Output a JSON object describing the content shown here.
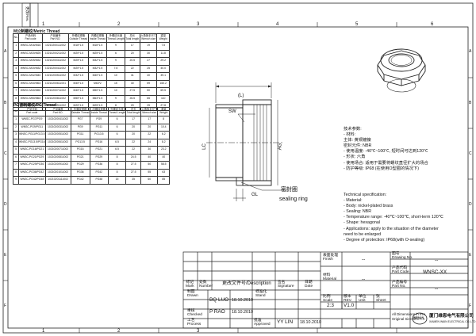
{
  "revision_box": {
    "label": "更改/Rev."
  },
  "grid": {
    "columns": [
      "1",
      "2",
      "3",
      "4",
      "5",
      "6"
    ],
    "rows": [
      "A",
      "B",
      "C",
      "D",
      "E",
      "F"
    ]
  },
  "metric_table": {
    "title": "M公制螺纹/Metric Thread",
    "headers": [
      {
        "cn": "No.",
        "en": ""
      },
      {
        "cn": "产品代码",
        "en": "Part code"
      },
      {
        "cn": "产品编号",
        "en": "Part NO."
      },
      {
        "cn": "外螺纹规格",
        "en": "Outside Thread"
      },
      {
        "cn": "内螺纹规格",
        "en": "Inside Thread"
      },
      {
        "cn": "外螺纹长度",
        "en": "Thread Length"
      },
      {
        "cn": "总长",
        "en": "Total length"
      },
      {
        "cn": "六角扳手尺寸",
        "en": "Wrench size"
      },
      {
        "cn": "重量",
        "en": "Weight"
      }
    ],
    "rows": [
      [
        "1",
        "WNSC-M16/M16",
        "10210200111002",
        "M16*1.5",
        "M16*1.5",
        "9",
        "17",
        "19",
        "7.5"
      ],
      [
        "2",
        "WNSC-M20/M25",
        "10210200211002",
        "M20*1.5",
        "M25*1.5",
        "6",
        "20",
        "30",
        "11.8"
      ],
      [
        "3",
        "WNSC-M25/M32",
        "10210200311002",
        "M25*1.5",
        "M32*1.5",
        "9",
        "20.5",
        "27",
        "29.2"
      ],
      [
        "4",
        "WNSC-M20/M32",
        "10210200411002",
        "M20*1.5",
        "M32*1.5",
        "7.5",
        "22",
        "25",
        "40.0"
      ],
      [
        "5",
        "WNSC-M32/M40",
        "10210200511002",
        "M32*1.5",
        "M40*1.5",
        "10",
        "31",
        "40",
        "39.1"
      ],
      [
        "6",
        "WNSC-M40/M63",
        "10210200611001",
        "M40*1.5",
        "M63*2",
        "15",
        "30",
        "59",
        "160.2"
      ],
      [
        "7",
        "WNSC-M40/M50",
        "10210200711002",
        "M40*1.5",
        "M50*1.5",
        "10",
        "27.5",
        "50",
        "69.5"
      ],
      [
        "8",
        "WNSC-M50/M63",
        "10210200811002",
        "M50*1.5",
        "M63*1.5",
        "9",
        "26.5",
        "65",
        "110"
      ],
      [
        "9",
        "WNSC-M20/M25",
        "10210200911002",
        "M20*1.5",
        "M25*1.5",
        "8",
        "20",
        "25",
        "27.8"
      ]
    ]
  },
  "pg_table": {
    "title": "PG德制螺纹/PG Thread",
    "headers": [
      {
        "cn": "No.",
        "en": ""
      },
      {
        "cn": "产品代码",
        "en": "Part code"
      },
      {
        "cn": "产品编号",
        "en": "Part NO."
      },
      {
        "cn": "外螺纹规格",
        "en": "Outside Thread"
      },
      {
        "cn": "内螺纹规格",
        "en": "Inside Thread"
      },
      {
        "cn": "外螺纹长度",
        "en": "Thread Length"
      },
      {
        "cn": "总长",
        "en": "Total length"
      },
      {
        "cn": "六角扳手尺寸",
        "en": "Wrench size"
      },
      {
        "cn": "重量",
        "en": "Weight"
      }
    ],
    "rows": [
      [
        "1",
        "WNSC-PG7/PG9",
        "10210200411002",
        "PG7",
        "PG9",
        "6",
        "17",
        "17",
        "8"
      ],
      [
        "2",
        "WNSC-PG9/PG11",
        "10210200311002",
        "PG9",
        "PG11",
        "6",
        "20",
        "20",
        "10.4"
      ],
      [
        "3",
        "WNSC-PG11/PG13.5",
        "10210200511002",
        "PG11",
        "PG13.5",
        "6",
        "20",
        "22",
        "6.2"
      ],
      [
        "4",
        "WNSC-PG13.5/PG16",
        "10210200611002",
        "PG13.5",
        "PG16",
        "6.5",
        "22",
        "24",
        "8.2"
      ],
      [
        "5",
        "WNSC-PG16/PG21",
        "10210200711002",
        "PG16",
        "PG21",
        "6.5",
        "22",
        "30",
        "23.2"
      ],
      [
        "6",
        "WNSC-PG21/PG29",
        "10210200811002",
        "PG21",
        "PG29",
        "8",
        "24.5",
        "40",
        "40"
      ],
      [
        "7",
        "WNSC-PG29/PG36",
        "10210200911002",
        "PG29",
        "PG36",
        "8",
        "27.5",
        "50",
        "58.5"
      ],
      [
        "8",
        "WNSC-PG36/PG42",
        "10210201011002",
        "PG36",
        "PG42",
        "8",
        "27.5",
        "55",
        "63"
      ],
      [
        "9",
        "WNSC-PG42/PG48",
        "10210201111002",
        "PG42",
        "PG48",
        "15",
        "35",
        "60",
        "85"
      ]
    ]
  },
  "drawing": {
    "label_L": "(L)",
    "label_SW": "SW",
    "label_LC": "LC",
    "label_AG": "AG",
    "label_GL": "GL",
    "label_seal_cn": "密封圈",
    "label_seal_en": "sealing ring"
  },
  "notes_cn": {
    "title": "技术参数:",
    "lines": [
      "- 材料:",
      "      主体: 黄铜镀镍",
      "      密封元件: NBR",
      "- 使用温度: -40℃~100℃, 短时间可达到120℃",
      "- 形状: 六角",
      "- 使用场合: 适用于需要将螺纹直径扩大的场合",
      "- 防护等级: IP68 (在使用O型圈的情况下)"
    ]
  },
  "notes_en": {
    "title": "Technical specification:",
    "lines": [
      "- Material:",
      "      - Body: nickel-plated brass",
      "      - Sealing: NBR",
      "- Temperature range: -40℃~100℃, short-term 120℃",
      "- Shape: hexagonal",
      "- Applications: apply to the situation of the diameter",
      "need to be enlarged",
      "- Degree of protection: IP68(with O-sealing)"
    ]
  },
  "title_block": {
    "finish": {
      "cn": "表面处理",
      "en": "Finish",
      "value": "--"
    },
    "drawing_no": {
      "cn": "图号",
      "en": "Drawing No.",
      "value": "--"
    },
    "part_code": {
      "cn": "产品代码",
      "en": "Part Code",
      "value": "WNSC-XX"
    },
    "material": {
      "cn": "材料",
      "en": "Material",
      "value": "--"
    },
    "part_no": {
      "cn": "产品编号",
      "en": "Part No.",
      "value": "--"
    },
    "mark": {
      "cn": "标记",
      "en": "Mark"
    },
    "number": {
      "cn": "处数",
      "en": "Number"
    },
    "change_desc": {
      "cn": "更改文件号",
      "en": "/Description"
    },
    "signature": {
      "cn": "签名",
      "en": "Signature"
    },
    "date": {
      "cn": "日期",
      "en": "Date"
    },
    "scale": {
      "cn": "比例",
      "en": "Scale",
      "value": "2:3"
    },
    "rev": {
      "cn": "版本",
      "en": "REV.",
      "value": "V1.0"
    },
    "unit": {
      "cn": "单位",
      "en": "Unit"
    },
    "sheet": {
      "cn": "张",
      "en": "Sheet"
    },
    "drawn": {
      "cn": "制图",
      "en": "Drawn",
      "name": "BQ LUO",
      "date": "18.10.2010"
    },
    "checked": {
      "cn": "审核",
      "en": "Checked",
      "name": "P RAO",
      "date": "18.10.2010"
    },
    "process": {
      "cn": "工艺",
      "en": "Process"
    },
    "stand": {
      "cn": "标准化",
      "en": "Stand"
    },
    "approved": {
      "cn": "批准",
      "en": "Approved",
      "name": "YY LIN",
      "date": "18.10.2010"
    },
    "dims_note_1": "All Dimensions in mm",
    "dims_note_2": "Original Size DIN A 4",
    "logo_text": "WEINAN",
    "company_cn": "厦门维恩电气有限公司",
    "company_en": "XIAMEN WAIN ELECTRICAL CO.,LTD"
  }
}
